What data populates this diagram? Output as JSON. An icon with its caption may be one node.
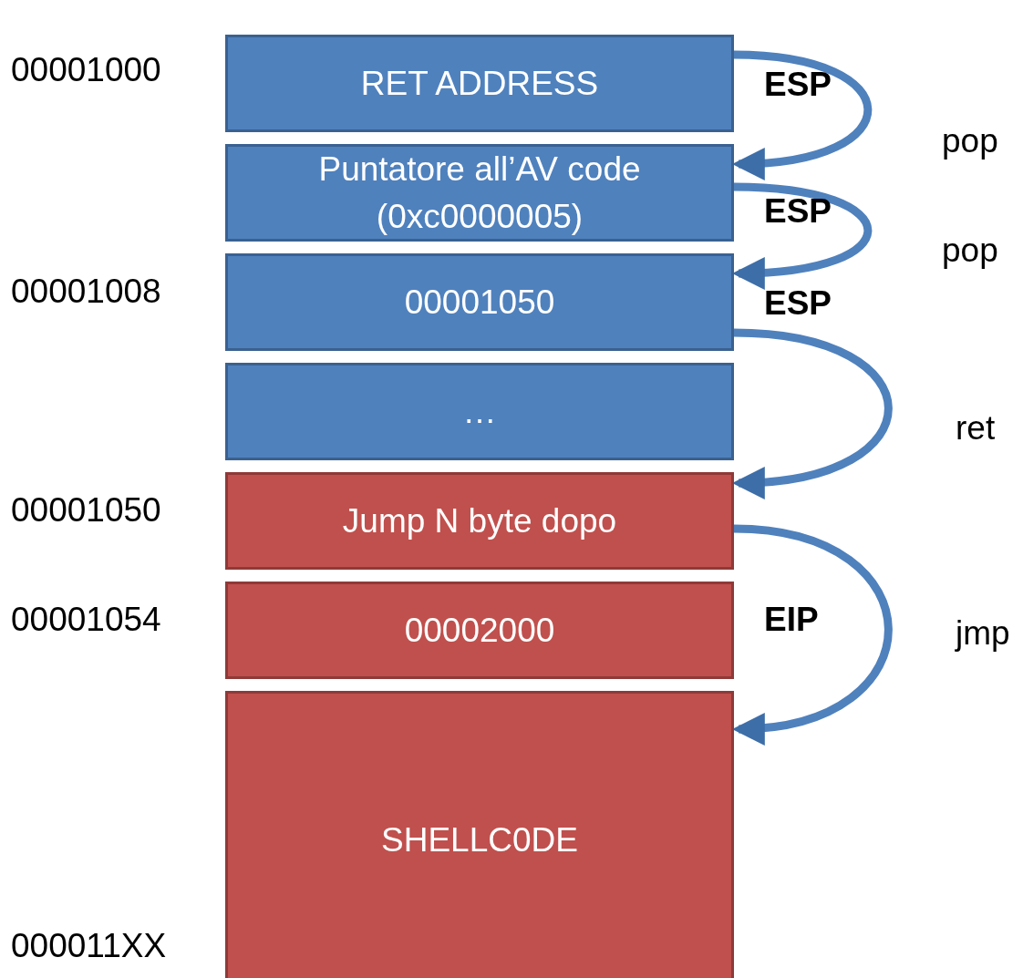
{
  "diagram": {
    "nodes": [
      {
        "text": [
          "RET ADDRESS"
        ]
      },
      {
        "text": [
          "Puntatore all’AV code (0xc0000005)"
        ]
      },
      {
        "text": [
          "00001050"
        ]
      },
      {
        "text": [
          "…"
        ]
      },
      {
        "text": [
          "Jump N byte dopo"
        ]
      },
      {
        "text": [
          "00002000"
        ]
      },
      {
        "text": [
          "SHELLC0DE"
        ]
      }
    ],
    "edges": [
      {
        "from": 0,
        "to": 1,
        "arrow": "to",
        "label": "pop"
      },
      {
        "from": 1,
        "to": 2,
        "arrow": "to",
        "label": "pop"
      },
      {
        "from": 2,
        "to": 4,
        "arrow": "to",
        "label": "ret"
      },
      {
        "from": 4,
        "to": 6,
        "arrow": "to",
        "label": "jmp"
      }
    ],
    "labels": [
      "00001000",
      "ESP",
      "ESP",
      "00001008",
      "ESP",
      "00001050",
      "00001054",
      "EIP",
      "000011XX"
    ]
  }
}
